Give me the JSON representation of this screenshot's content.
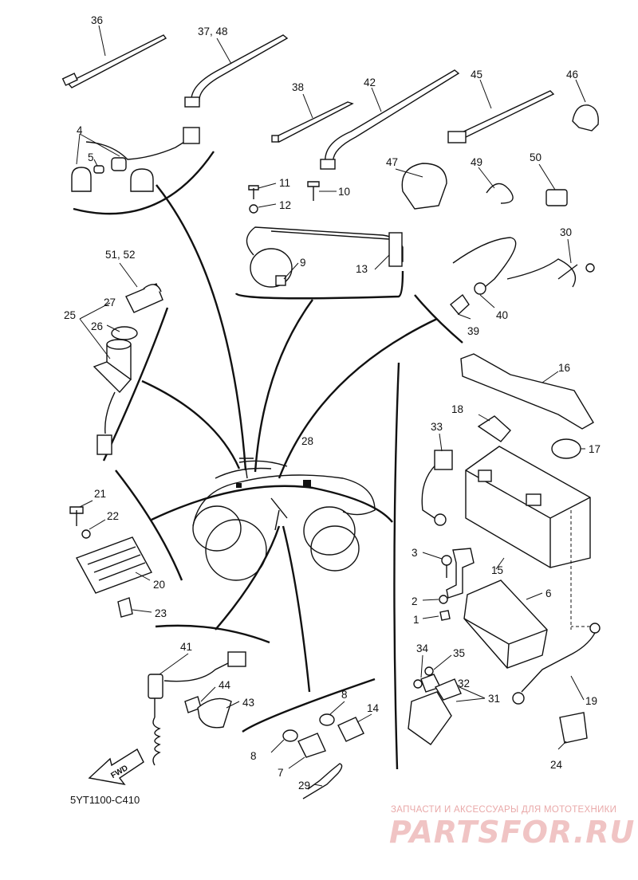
{
  "diagram": {
    "code": "5YT1100-C410",
    "fwd_label": "FWD",
    "watermark_tagline": "ЗАПЧАСТИ И АКСЕССУАРЫ ДЛЯ МОТОТЕХНИКИ",
    "watermark_brand": "PARTSFOR.RU",
    "callouts": [
      "1",
      "2",
      "3",
      "4",
      "5",
      "6",
      "7",
      "8",
      "8",
      "9",
      "10",
      "11",
      "12",
      "13",
      "14",
      "15",
      "16",
      "17",
      "18",
      "19",
      "20",
      "21",
      "22",
      "23",
      "24",
      "25",
      "26",
      "27",
      "28",
      "29",
      "30",
      "31",
      "32",
      "33",
      "34",
      "35",
      "36",
      "37, 48",
      "38",
      "39",
      "40",
      "41",
      "42",
      "43",
      "44",
      "45",
      "46",
      "47",
      "49",
      "50",
      "51, 52"
    ]
  }
}
